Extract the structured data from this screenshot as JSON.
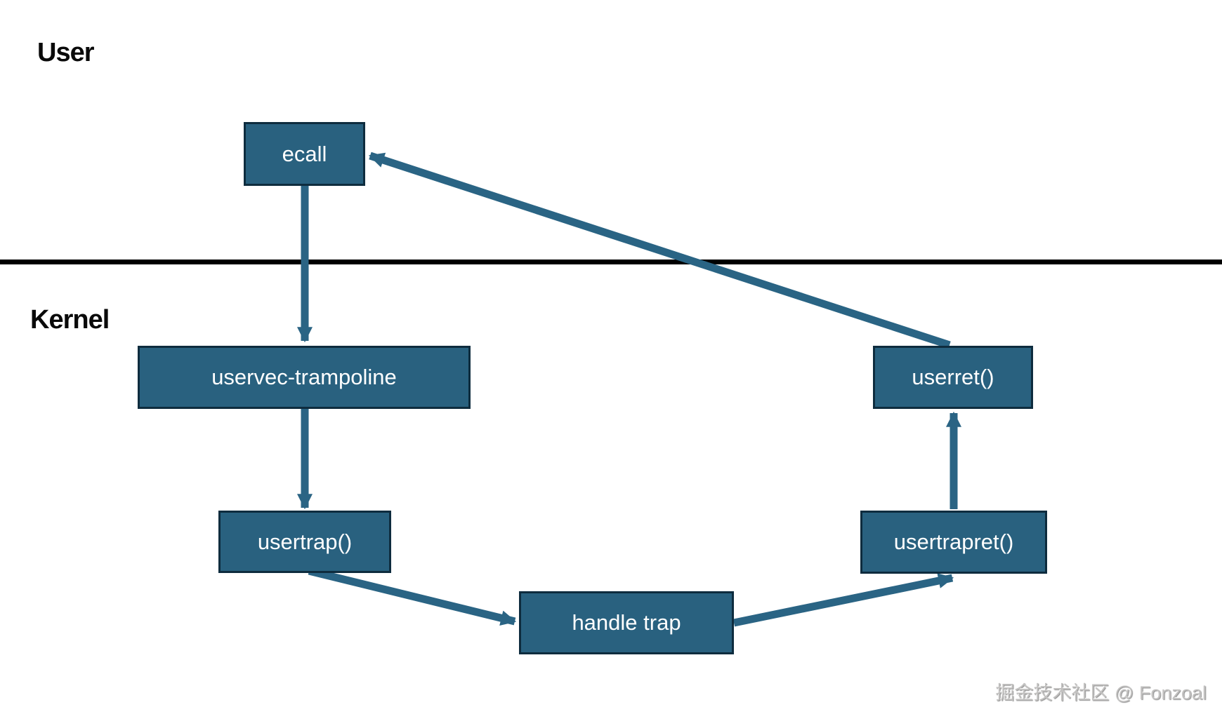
{
  "labels": {
    "user": "User",
    "kernel": "Kernel"
  },
  "boxes": [
    {
      "id": "ecall",
      "label": "ecall"
    },
    {
      "id": "uservec-trampoline",
      "label": "uservec-trampoline"
    },
    {
      "id": "usertrap",
      "label": "usertrap()"
    },
    {
      "id": "handle-trap",
      "label": "handle trap"
    },
    {
      "id": "usertrapret",
      "label": "usertrapret()"
    },
    {
      "id": "userret",
      "label": "userret()"
    }
  ],
  "edges": [
    {
      "from": "ecall",
      "to": "uservec-trampoline"
    },
    {
      "from": "uservec-trampoline",
      "to": "usertrap"
    },
    {
      "from": "usertrap",
      "to": "handle-trap"
    },
    {
      "from": "handle-trap",
      "to": "usertrapret"
    },
    {
      "from": "usertrapret",
      "to": "userret"
    },
    {
      "from": "userret",
      "to": "ecall"
    }
  ],
  "watermark": {
    "text": "掘金技术社区 @ Fonzoal"
  },
  "colors": {
    "box_fill": "#29617F",
    "box_border": "#0E2C3E",
    "arrow": "#2A6484",
    "divider": "#000000",
    "box_text": "#FFFFFF",
    "region_label": "#0A0A0A",
    "watermark": "#C2C1C0",
    "page_bg": "#FFFFFF"
  }
}
